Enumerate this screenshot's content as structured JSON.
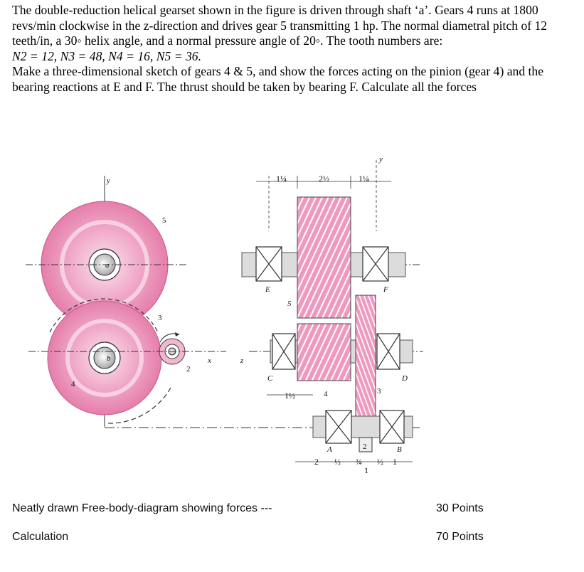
{
  "problem": {
    "para1": "The double-reduction helical gearset shown in the figure is driven through shaft ‘a’. Gears 4 runs at 1800 revs/min clockwise in the z-direction and drives gear 5 transmitting 1 hp. The normal diametral pitch of 12 teeth/in, a 30◦ helix angle, and a normal pressure angle of 20◦. The tooth numbers are:",
    "teeth": "N2 = 12, N3 = 48, N4 = 16, N5 = 36.",
    "para2": "Make a three-dimensional sketch of gears 4 & 5, and show the forces acting on the pinion (gear 4) and the bearing reactions at E and F. The thrust should be taken by bearing F. Calculate all the forces"
  },
  "figure": {
    "colors": {
      "gear": "#eb8fb8",
      "gear_light": "#f7d3e3",
      "gear_dark": "#c9568a",
      "shaft": "#d8d8d8",
      "line": "#222222"
    },
    "side_view": {
      "axis_y": "y",
      "gear5_label": "5",
      "gear4_label": "4",
      "gear3_label": "3",
      "gear3_lower_label": "4",
      "shaft_top_label": "a",
      "shaft_mid_label": "b",
      "gear2_label": "2",
      "axis_x": "x",
      "axis_z": "z"
    },
    "front_view": {
      "axis_y": "y",
      "bearing_E": "E",
      "bearing_F": "F",
      "bearing_C": "C",
      "bearing_D": "D",
      "bearing_A": "A",
      "bearing_B": "B",
      "gear5": "5",
      "gear4": "4",
      "gear3": "3",
      "gear2": "2",
      "dim_top_1": "1¼",
      "dim_top_2": "2½",
      "dim_top_3": "1¼",
      "dim_mid": "1½",
      "dim_bot_1": "2",
      "dim_bot_2": "½",
      "dim_bot_3": "1",
      "dim_bot_4": "¾",
      "dim_bot_5": "½",
      "dim_bot_6": "1"
    }
  },
  "footer": {
    "fbd_label": "Neatly drawn Free-body-diagram showing forces ---",
    "fbd_points": "30 Points",
    "calc_label": "Calculation",
    "calc_points": "70 Points"
  }
}
